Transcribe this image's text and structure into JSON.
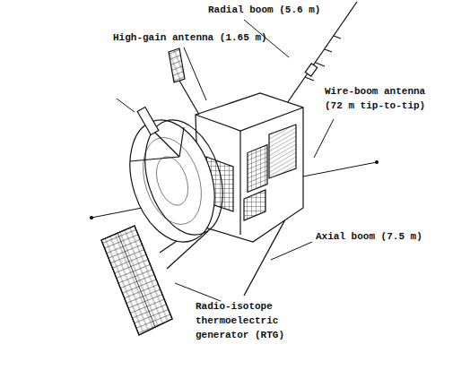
{
  "diagram": {
    "labels": [
      "Radial boom (5.6 m)",
      "High-gain antenna (1.65 m)",
      "Wire-boom antenna (72 m tip-to-tip)",
      "Axial boom (7.5 m)",
      "Radio-isotope thermoelectric generator (RTG)"
    ]
  }
}
